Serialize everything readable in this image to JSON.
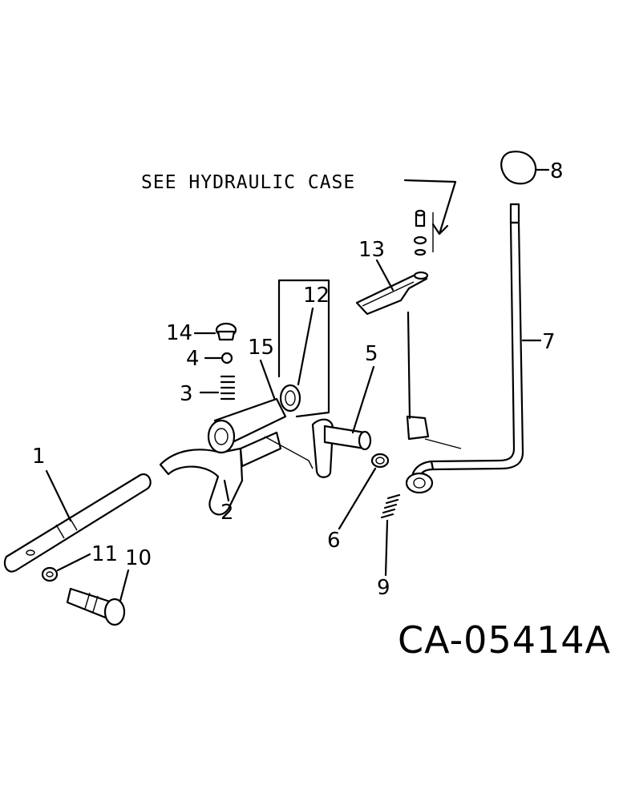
{
  "note": "SEE HYDRAULIC CASE",
  "drawing_code": "CA-05414A",
  "callouts": {
    "c1": "1",
    "c2": "2",
    "c3": "3",
    "c4": "4",
    "c5": "5",
    "c6": "6",
    "c7": "7",
    "c8": "8",
    "c9": "9",
    "c10": "10",
    "c11": "11",
    "c12": "12",
    "c13": "13",
    "c14": "14",
    "c15": "15"
  }
}
